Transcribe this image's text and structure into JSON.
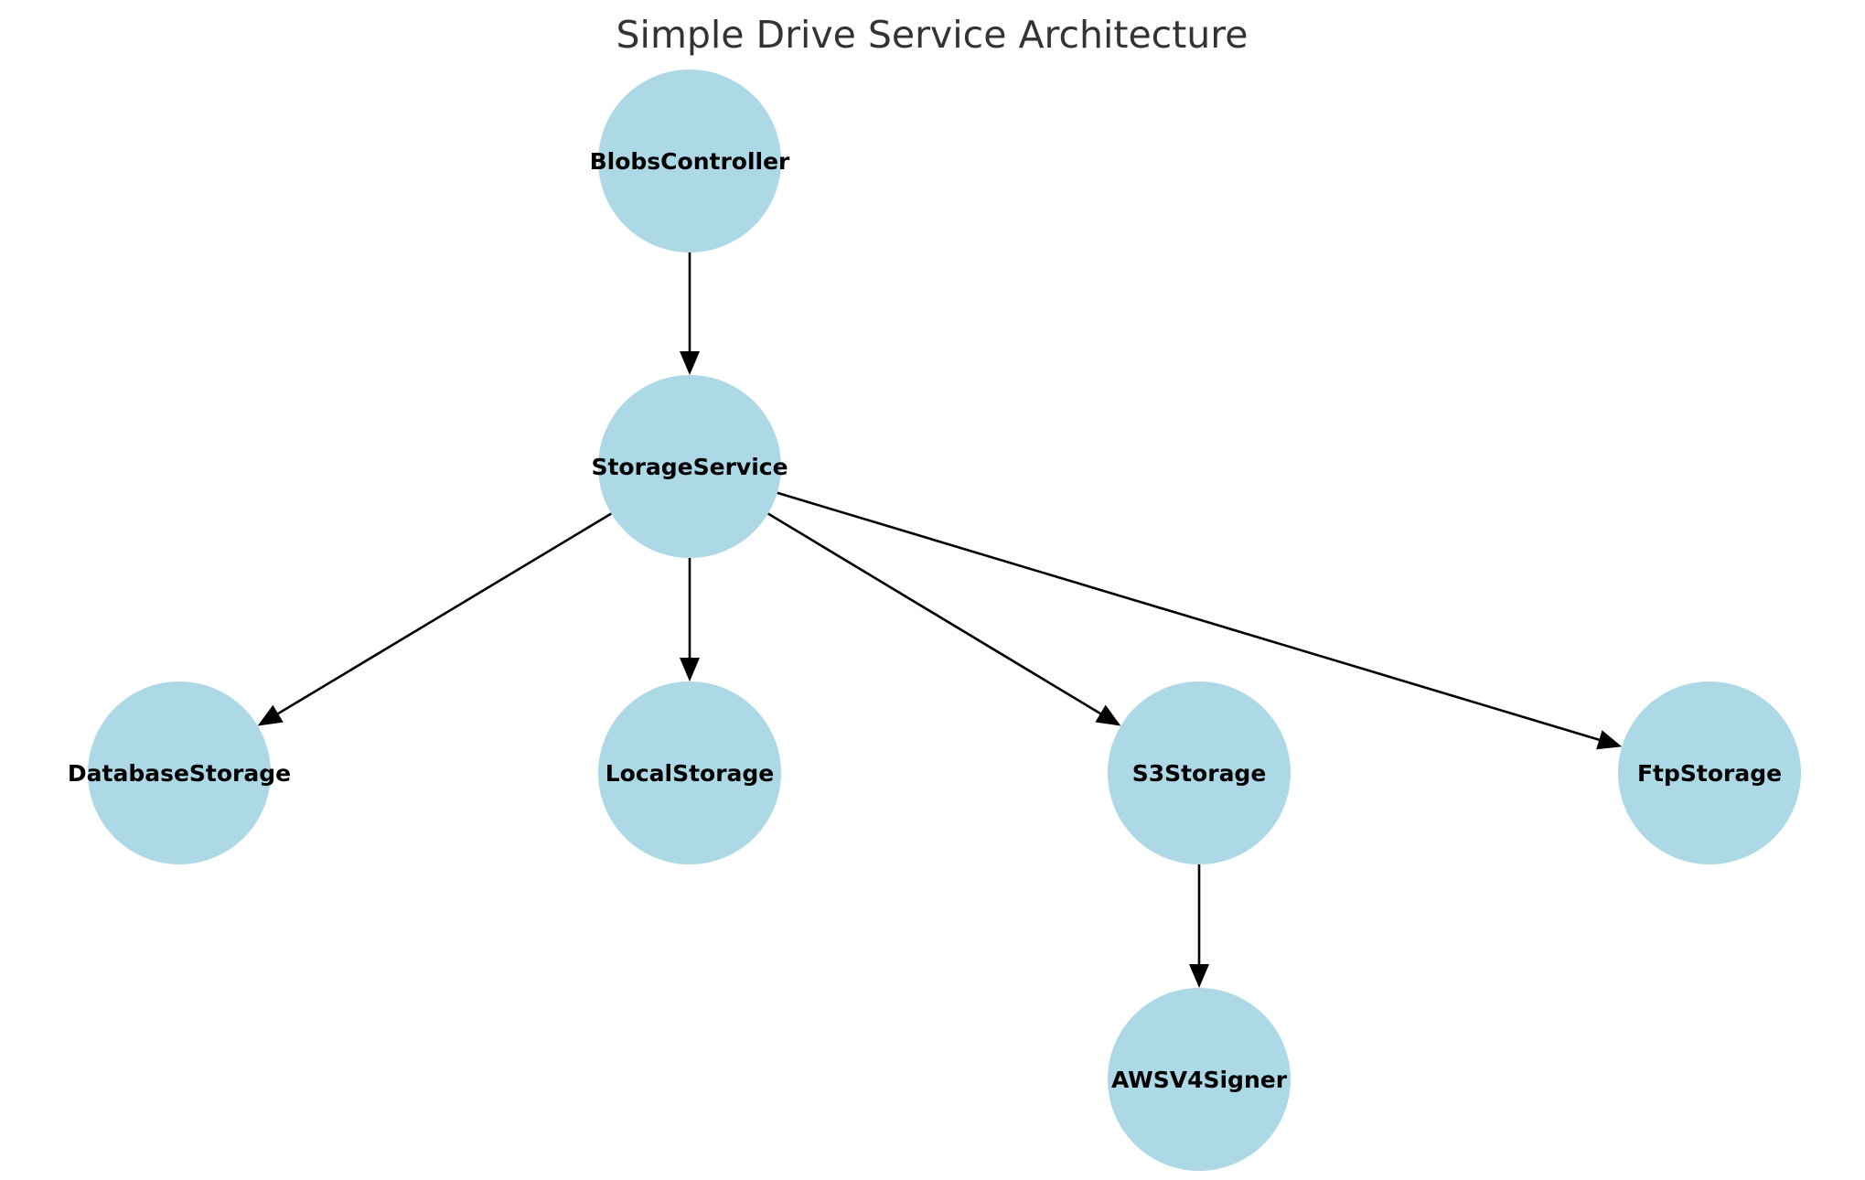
{
  "title": "Simple Drive Service Architecture",
  "colors": {
    "node_fill": "#add8e6",
    "edge": "#000000",
    "title": "#333333",
    "label": "#000000"
  },
  "nodes": [
    {
      "id": "BlobsController",
      "label": "BlobsController"
    },
    {
      "id": "StorageService",
      "label": "StorageService"
    },
    {
      "id": "DatabaseStorage",
      "label": "DatabaseStorage"
    },
    {
      "id": "LocalStorage",
      "label": "LocalStorage"
    },
    {
      "id": "S3Storage",
      "label": "S3Storage"
    },
    {
      "id": "FtpStorage",
      "label": "FtpStorage"
    },
    {
      "id": "AWSV4Signer",
      "label": "AWSV4Signer"
    }
  ],
  "edges": [
    {
      "from": "BlobsController",
      "to": "StorageService"
    },
    {
      "from": "StorageService",
      "to": "DatabaseStorage"
    },
    {
      "from": "StorageService",
      "to": "LocalStorage"
    },
    {
      "from": "StorageService",
      "to": "S3Storage"
    },
    {
      "from": "StorageService",
      "to": "FtpStorage"
    },
    {
      "from": "S3Storage",
      "to": "AWSV4Signer"
    }
  ]
}
